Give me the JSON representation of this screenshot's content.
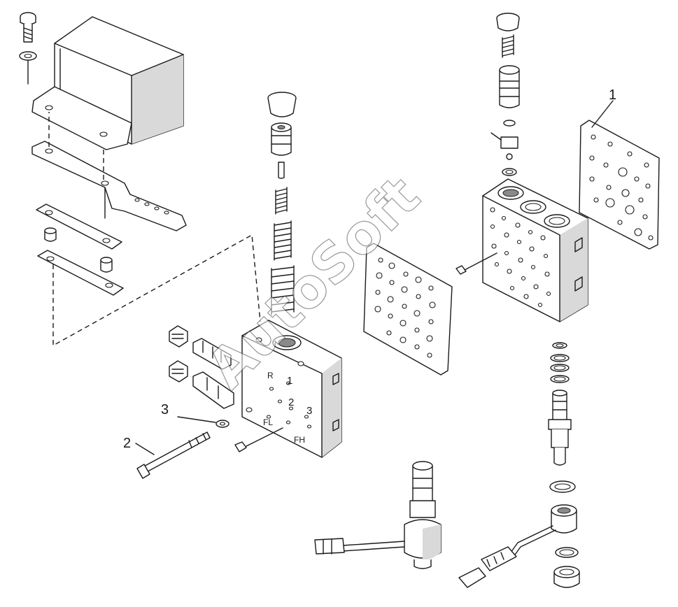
{
  "diagram": {
    "callouts": [
      {
        "id": "1",
        "label": "1"
      },
      {
        "id": "2",
        "label": "2"
      },
      {
        "id": "3",
        "label": "3"
      }
    ],
    "valve_body_markings": {
      "reverse": "R",
      "first": "1",
      "second": "2",
      "third": "3",
      "fl": "FL",
      "fh": "FH"
    },
    "watermark": "AutoSoft"
  }
}
